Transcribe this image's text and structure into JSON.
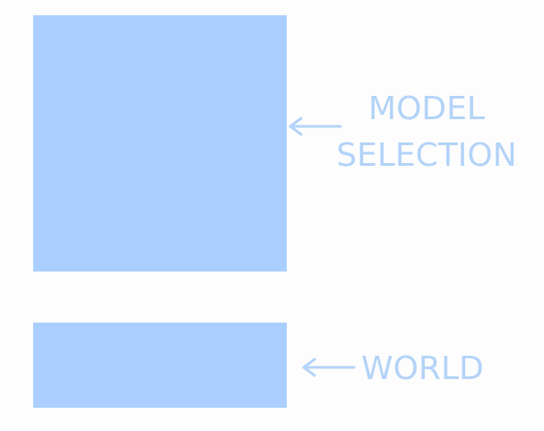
{
  "colors": {
    "block": "#aacfff",
    "label": "#b3d3f8"
  },
  "labels": {
    "model_line1": "MODEL",
    "model_line2": "SELECTION",
    "world": "WORLD"
  }
}
